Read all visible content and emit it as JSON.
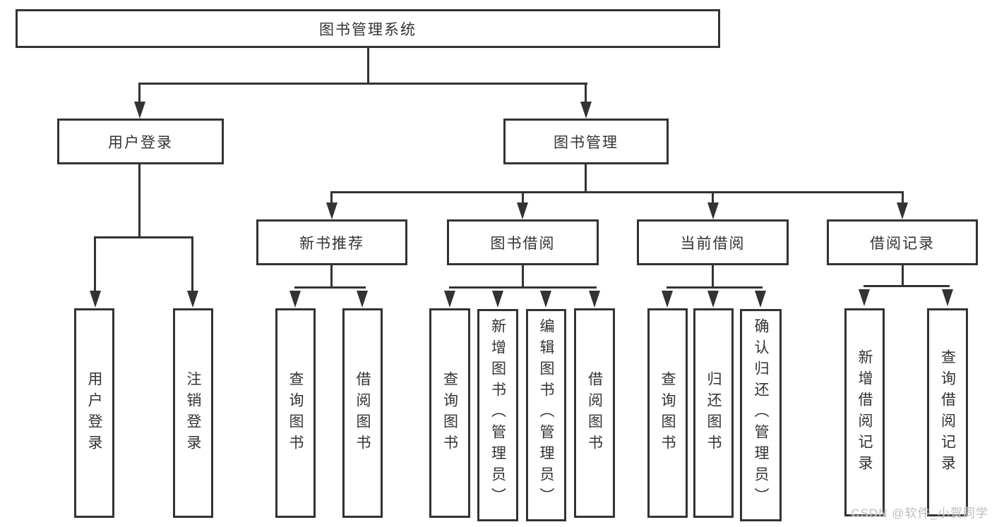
{
  "page": {
    "background_color": "#ffffff",
    "line_color": "#333333",
    "text_color": "#333333",
    "watermark_color": "#bdbdbd"
  },
  "diagram": {
    "root": {
      "label": "图书管理系统"
    },
    "user_login": {
      "label": "用户登录",
      "children": [
        "用户登录",
        "注销登录"
      ]
    },
    "book_mgmt": {
      "label": "图书管理",
      "sections": [
        {
          "label": "新书推荐",
          "children": [
            "查询图书",
            "借阅图书"
          ]
        },
        {
          "label": "图书借阅",
          "children": [
            "查询图书",
            "新增图书（管理员）",
            "编辑图书（管理员）",
            "借阅图书"
          ]
        },
        {
          "label": "当前借阅",
          "children": [
            "查询图书",
            "归还图书",
            "确认归还（管理员）"
          ]
        },
        {
          "label": "借阅记录",
          "children": [
            "新增借阅记录",
            "查询借阅记录"
          ]
        }
      ]
    }
  },
  "watermark": "CSDN @软件_小贺同学"
}
